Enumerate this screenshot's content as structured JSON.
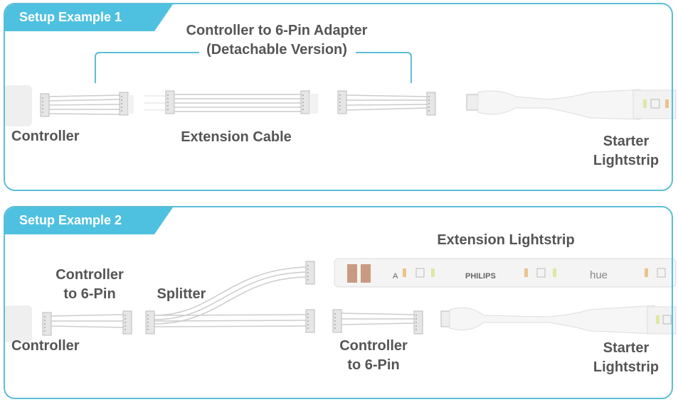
{
  "example1": {
    "tab": "Setup Example 1",
    "adapter_label_line1": "Controller to 6-Pin Adapter",
    "adapter_label_line2": "(Detachable Version)",
    "controller": "Controller",
    "extension_cable": "Extension Cable",
    "starter_line1": "Starter",
    "starter_line2": "Lightstrip"
  },
  "example2": {
    "tab": "Setup Example 2",
    "extension_lightstrip": "Extension Lightstrip",
    "adapter_left_line1": "Controller",
    "adapter_left_line2": "to 6-Pin",
    "splitter": "Splitter",
    "controller": "Controller",
    "adapter_right_line1": "Controller",
    "adapter_right_line2": "to 6-Pin",
    "starter_line1": "Starter",
    "starter_line2": "Lightstrip",
    "strip_marking_a": "A",
    "strip_brand": "PHILIPS",
    "strip_product": "hue"
  },
  "colors": {
    "accent": "#4fc1e0",
    "border": "#5cbdd6",
    "text": "#555555"
  }
}
